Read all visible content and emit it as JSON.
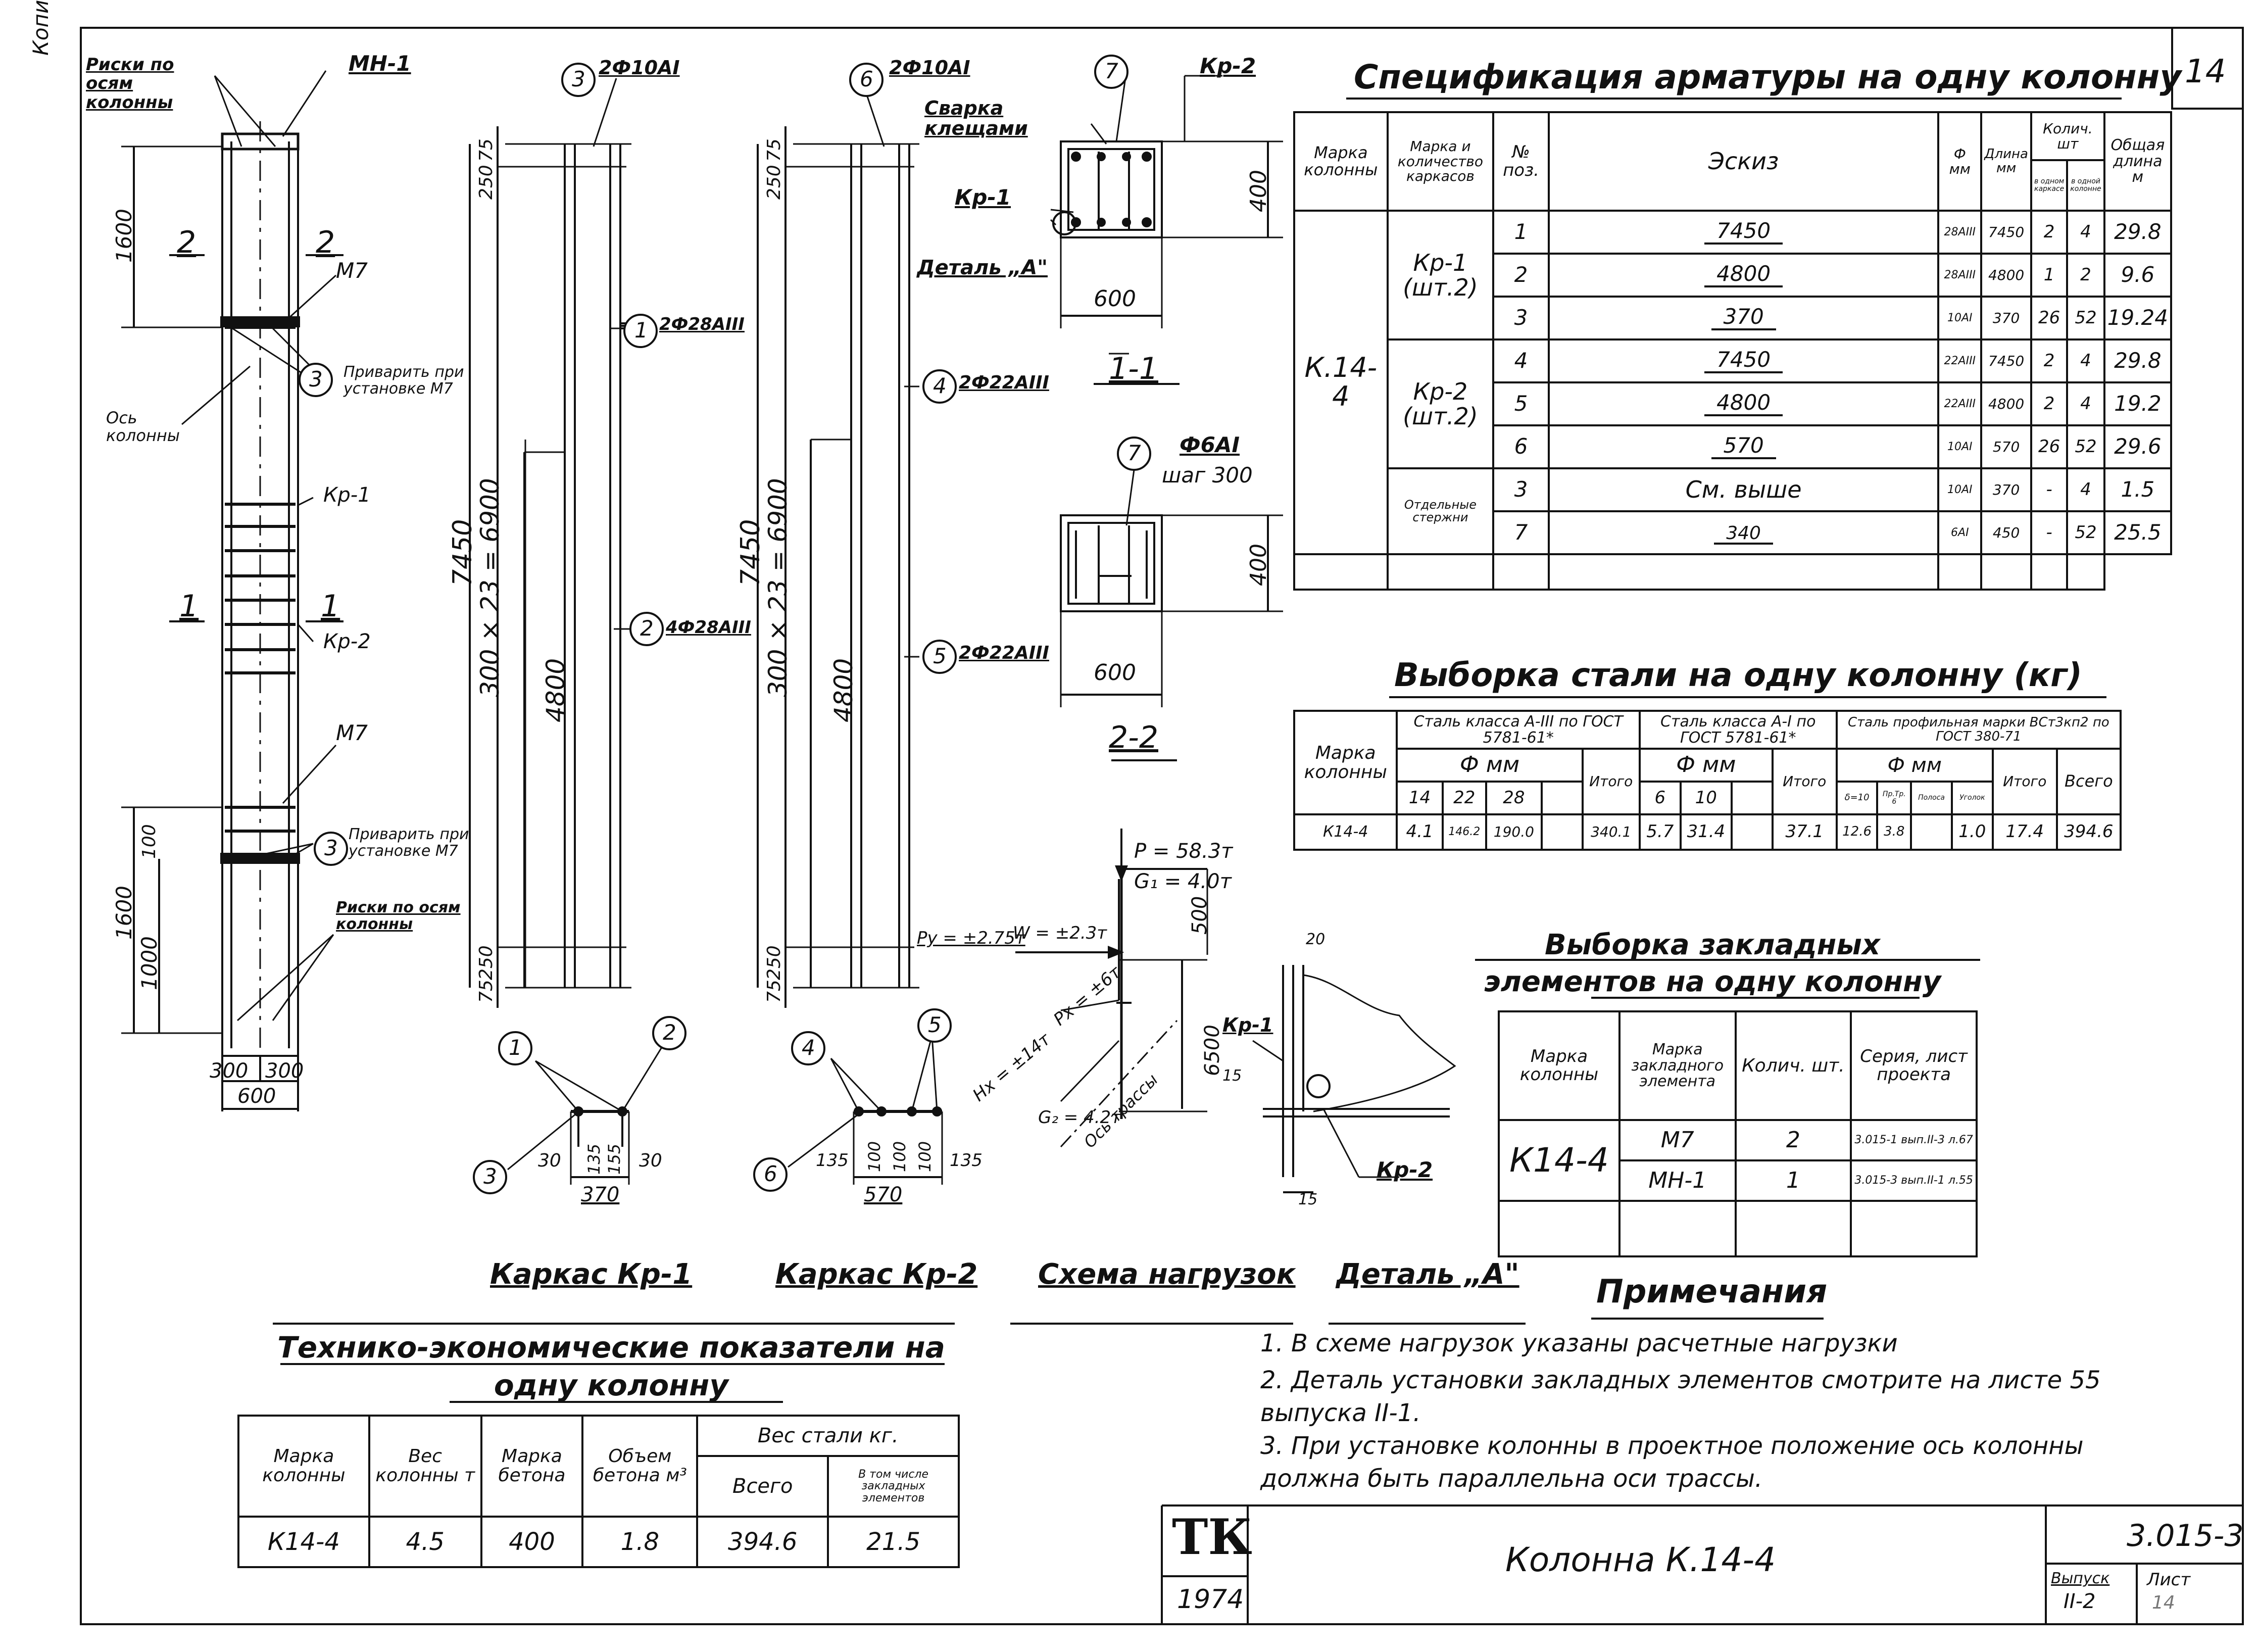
{
  "sheet": {
    "number": "14",
    "code": "3.015-3",
    "title": "Колонна К.14-4",
    "year": "1974",
    "logo": "ТК",
    "issue_label": "Выпуск",
    "issue_value": "II-2",
    "list_label": "Лист",
    "list_value": "14",
    "margin_mark": "Копия"
  },
  "views": {
    "col_labels": {
      "risk_axes": "Риски по осям колонны",
      "mn1": "МН-1",
      "m7_top": "М7",
      "m7_bottom": "М7",
      "weld_top": "Приварить при установке М7",
      "weld_bottom": "Приварить при установке М7",
      "axis_col": "Ось колонны",
      "kr1": "Кр-1",
      "kr2": "Кр-2",
      "section_1": "1",
      "section_2": "2",
      "risk_bottom": "Риски по осям колонны",
      "dim_1600_top": "1600",
      "dim_1600_bottom": "1600",
      "dim_1000": "1000",
      "dim_100": "100",
      "dim_300a": "300",
      "dim_300b": "300",
      "dim_600": "600"
    },
    "kr1": {
      "bar3": "2Ф10АI",
      "bar1": "2Ф28АIII",
      "bar2": "4Ф28АIII",
      "dim_total": "7450",
      "dim_pitch": "300 × 23 = 6900",
      "dim_4800": "4800",
      "dim_250": "250",
      "dim_75": "75",
      "caption": "Каркас Кр-1",
      "w_370": "370",
      "w_30a": "30",
      "w_30b": "30",
      "h_135": "135",
      "h_155": "155"
    },
    "kr2": {
      "bar6": "2Ф10АI",
      "bar4": "2Ф22АIII",
      "bar5": "2Ф22АIII",
      "dim_total": "7450",
      "dim_pitch": "300 × 23 = 6900",
      "dim_4800": "4800",
      "dim_250": "250",
      "dim_75": "75",
      "caption": "Каркас Кр-2",
      "w_570": "570",
      "w_135a": "135",
      "w_135b": "135",
      "w_100a": "100",
      "w_100b": "100",
      "w_100c": "100"
    },
    "section11": {
      "title": "1-1",
      "weld": "Сварка клещами",
      "kr1": "Кр-1",
      "kr2": "Кр-2",
      "detail": "Деталь „А\"",
      "dim_w": "600",
      "dim_h": "400",
      "mark": "7"
    },
    "section22": {
      "title": "2-2",
      "stirrup": "Ф6АI",
      "pitch": "шаг 300",
      "dim_w": "600",
      "dim_h": "400",
      "mark": "7"
    },
    "loads": {
      "caption": "Схема нагрузок",
      "p": "P = 58.3т",
      "g1": "G₁ = 4.0т",
      "py": "Py = ±2.75т",
      "w": "W = ±2.3т",
      "px": "Px = ±6т",
      "hx": "Hx = ±14т",
      "g2": "G₂ = 4.2т",
      "dim_500": "500",
      "dim_6500": "6500",
      "axis": "Ось трассы"
    },
    "detail_a": {
      "caption": "Деталь „А\"",
      "kr1": "Кр-1",
      "kr2": "Кр-2",
      "dim_20": "20",
      "dim_15a": "15",
      "dim_15b": "15"
    }
  },
  "spec": {
    "title": "Спецификация арматуры на одну колонну",
    "headers": {
      "mark": "Марка колонны",
      "cage": "Марка и количество каркасов",
      "pos": "№ поз.",
      "sketch": "Эскиз",
      "dia": "Ф мм",
      "len": "Длина мм",
      "qty": "Колич. шт",
      "qty_cage": "в одном каркасе",
      "qty_col": "в одной колонне",
      "total": "Общая длина м"
    },
    "column": "К.14-4",
    "groups": {
      "kr1": "Кр-1 (шт.2)",
      "kr2": "Кр-2 (шт.2)",
      "sep": "Отдельные стержни"
    },
    "rows": [
      {
        "pos": "1",
        "sketch": "7450",
        "dia": "28АIII",
        "len": "7450",
        "n_cage": "2",
        "n_col": "4",
        "total": "29.8"
      },
      {
        "pos": "2",
        "sketch": "4800",
        "dia": "28АIII",
        "len": "4800",
        "n_cage": "1",
        "n_col": "2",
        "total": "9.6"
      },
      {
        "pos": "3",
        "sketch": "370",
        "dia": "10АI",
        "len": "370",
        "n_cage": "26",
        "n_col": "52",
        "total": "19.24"
      },
      {
        "pos": "4",
        "sketch": "7450",
        "dia": "22АIII",
        "len": "7450",
        "n_cage": "2",
        "n_col": "4",
        "total": "29.8"
      },
      {
        "pos": "5",
        "sketch": "4800",
        "dia": "22АIII",
        "len": "4800",
        "n_cage": "2",
        "n_col": "4",
        "total": "19.2"
      },
      {
        "pos": "6",
        "sketch": "570",
        "dia": "10АI",
        "len": "570",
        "n_cage": "26",
        "n_col": "52",
        "total": "29.6"
      },
      {
        "pos": "3",
        "sketch": "См. выше",
        "dia": "10АI",
        "len": "370",
        "n_cage": "-",
        "n_col": "4",
        "total": "1.5"
      },
      {
        "pos": "7",
        "sketch": "340",
        "dia": "6АI",
        "len": "450",
        "n_cage": "-",
        "n_col": "52",
        "total": "25.5"
      }
    ]
  },
  "steel": {
    "title": "Выборка стали на одну колонну (кг)",
    "headers": {
      "mark": "Марка колонны",
      "a3": "Сталь класса А-III по ГОСТ 5781-61*",
      "a1": "Сталь класса А-I по ГОСТ 5781-61*",
      "prof": "Сталь профильная марки ВСт3кп2 по ГОСТ 380-71",
      "dmm": "Ф мм",
      "itogo": "Итого",
      "vsego": "Всего",
      "d14": "14",
      "d22": "22",
      "d28": "28",
      "d6": "6",
      "d10": "10",
      "p1": "δ=10",
      "p2": "Пр.Тр. 6",
      "p3": "Полоса",
      "p4": "Уголок"
    },
    "row": {
      "mark": "К14-4",
      "v14": "4.1",
      "v22": "146.2",
      "v28": "190.0",
      "it1": "340.1",
      "v6": "5.7",
      "v10": "31.4",
      "it2": "37.1",
      "p1": "12.6",
      "p2": "3.8",
      "p3": "",
      "p4": "1.0",
      "it3": "17.4",
      "all": "394.6"
    }
  },
  "embedded": {
    "title": "Выборка закладных элементов на одну колонну",
    "headers": {
      "mark": "Марка колонны",
      "elem": "Марка закладного элемента",
      "qty": "Колич. шт.",
      "series": "Серия, лист проекта"
    },
    "column": "К14-4",
    "rows": [
      {
        "elem": "М7",
        "qty": "2",
        "series": "3.015-1 вып.II-3 л.67"
      },
      {
        "elem": "МН-1",
        "qty": "1",
        "series": "3.015-3 вып.II-1 л.55"
      }
    ]
  },
  "notes": {
    "title": "Примечания",
    "items": [
      "1. В схеме нагрузок указаны расчетные нагрузки",
      "2. Деталь установки закладных элементов смотрите на листе 55 выпуска II-1.",
      "3. При установке колонны в проектное положение ось колонны должна быть параллельна оси трассы."
    ]
  },
  "tep": {
    "title": "Технико-экономические показатели на одну колонну",
    "headers": {
      "mark": "Марка колонны",
      "weight": "Вес колонны т",
      "concrete": "Марка бетона",
      "volume": "Объем бетона м³",
      "steel": "Вес стали кг.",
      "all": "Всего",
      "emb": "В том числе закладных элементов"
    },
    "row": {
      "mark": "К14-4",
      "weight": "4.5",
      "concrete": "400",
      "volume": "1.8",
      "all": "394.6",
      "emb": "21.5"
    }
  }
}
